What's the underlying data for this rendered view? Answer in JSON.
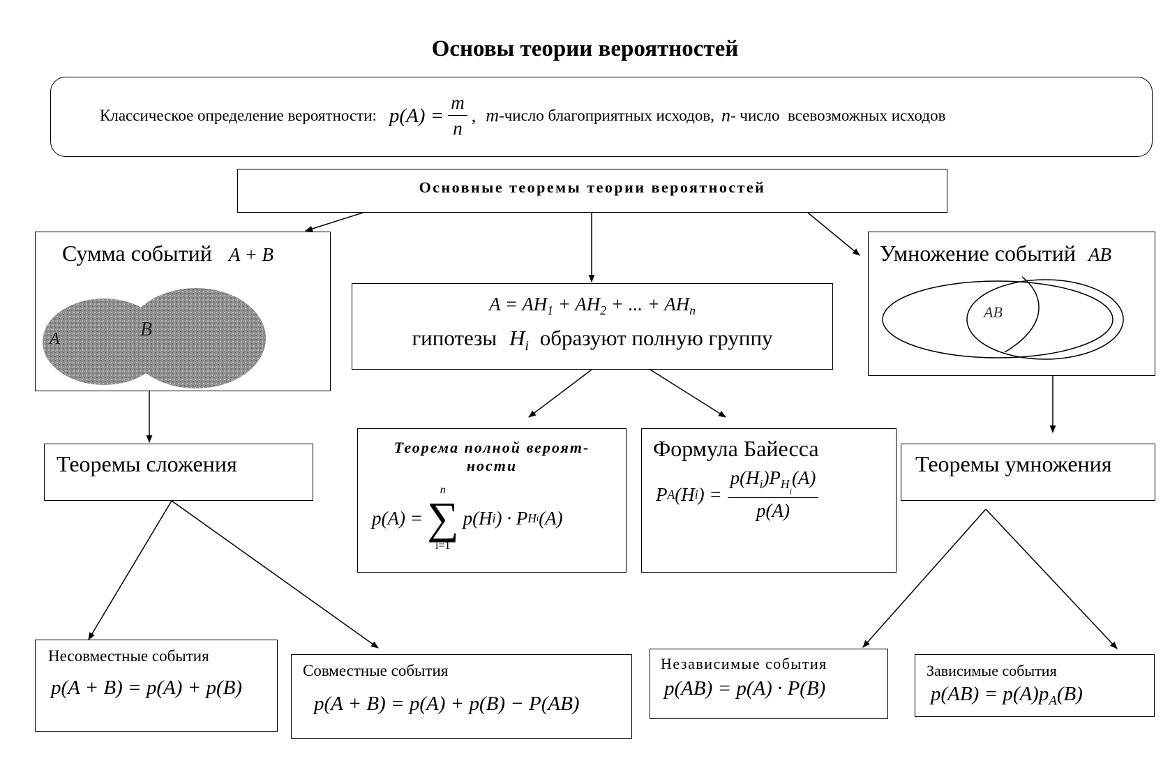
{
  "title": "Основы теории вероятностей",
  "classical": {
    "label": "Классическое определение вероятности:",
    "lhs": "p(A) =",
    "numerator": "m",
    "denominator": "n",
    "comma": ",",
    "m_symbol": "m",
    "m_desc": "-число благоприятных исходов,",
    "n_symbol": "n",
    "n_desc": "- число  всевозможных исходов"
  },
  "theorems_header": "Основные теоремы теории вероятностей",
  "sum_events": {
    "title": "Сумма событий",
    "formula": "A + B",
    "label_a": "A",
    "label_b": "B"
  },
  "hypotheses": {
    "formula_main": "A = AH",
    "s1": "1",
    "p2": " + AH",
    "s2": "2",
    "p3": " + ... + AH",
    "sn": "n",
    "text_before": "гипотезы",
    "h": "H",
    "h_sub": "i",
    "text_after": "образуют полную группу"
  },
  "product_events": {
    "title": "Умножение событий",
    "formula": "AB",
    "venn_label": "AB"
  },
  "addition_theorems": "Теоремы сложения",
  "multiplication_theorems": "Теоремы умножения",
  "total_probability": {
    "title_line1": "Теорема полной вероят-",
    "title_line2": "ности",
    "lhs": "p(A) =",
    "upper": "n",
    "sigma": "∑",
    "lower": "i=1",
    "term1": "p(H",
    "term1_sub": "i",
    "term1_end": ") · P",
    "term2_sub": "H",
    "term2_subsub": "i",
    "term2_end": "(A)"
  },
  "bayes": {
    "title": "Формула Байесса",
    "lhs_p": "P",
    "lhs_sub": "A",
    "lhs_h": "(H",
    "lhs_h_sub": "i",
    "lhs_end": ") =",
    "num_a": "p(H",
    "num_a_sub": "i",
    "num_b": ")P",
    "num_b_sub": "H",
    "num_b_subsub": "i",
    "num_c": "(A)",
    "den": "p(A)"
  },
  "incompatible": {
    "label": "Несовместные события",
    "formula": "p(A + B) = p(A) + p(B)"
  },
  "compatible": {
    "label": "Совместные события",
    "formula": "p(A + B) = p(A) + p(B) − P(AB)"
  },
  "independent": {
    "label": "Независимые события",
    "formula": "p(AB) = p(A) · P(B)"
  },
  "dependent": {
    "label": "Зависимые события",
    "formula_a": "p(AB) = p(A)p",
    "formula_sub": "A",
    "formula_b": "(B)"
  }
}
